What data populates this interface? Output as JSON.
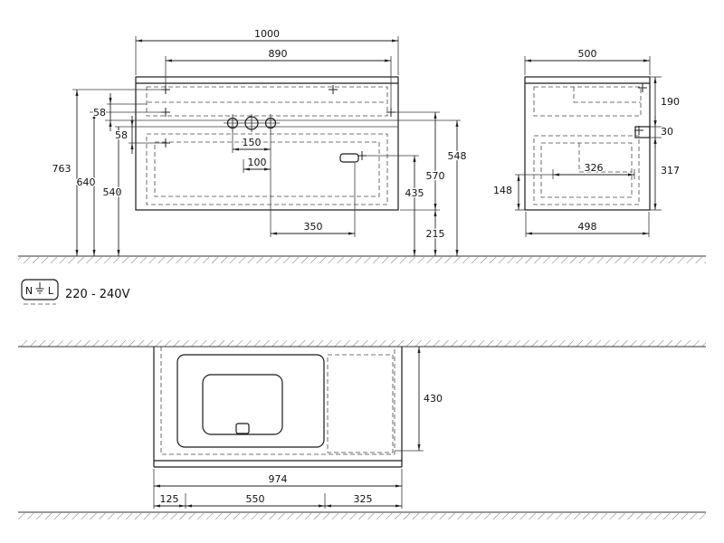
{
  "power": {
    "terminal_n": "N",
    "terminal_l": "L",
    "voltage": "220 - 240V"
  },
  "front_view": {
    "w_total": "1000",
    "w_fixing": "890",
    "off_upper": "58",
    "off_lower": "58",
    "tap_spacing": "150",
    "tap_offset": "100",
    "drain_offset": "350",
    "h_763": "763",
    "h_640": "640",
    "h_540": "540",
    "h_548": "548",
    "h_570": "570",
    "h_435": "435",
    "h_215": "215"
  },
  "side_view": {
    "d_500": "500",
    "d_498": "498",
    "d_326": "326",
    "h_148": "148",
    "h_190": "190",
    "h_30": "30",
    "h_317": "317"
  },
  "plan_view": {
    "d_430": "430",
    "w_974": "974",
    "seg_125": "125",
    "seg_550": "550",
    "seg_325": "325"
  }
}
